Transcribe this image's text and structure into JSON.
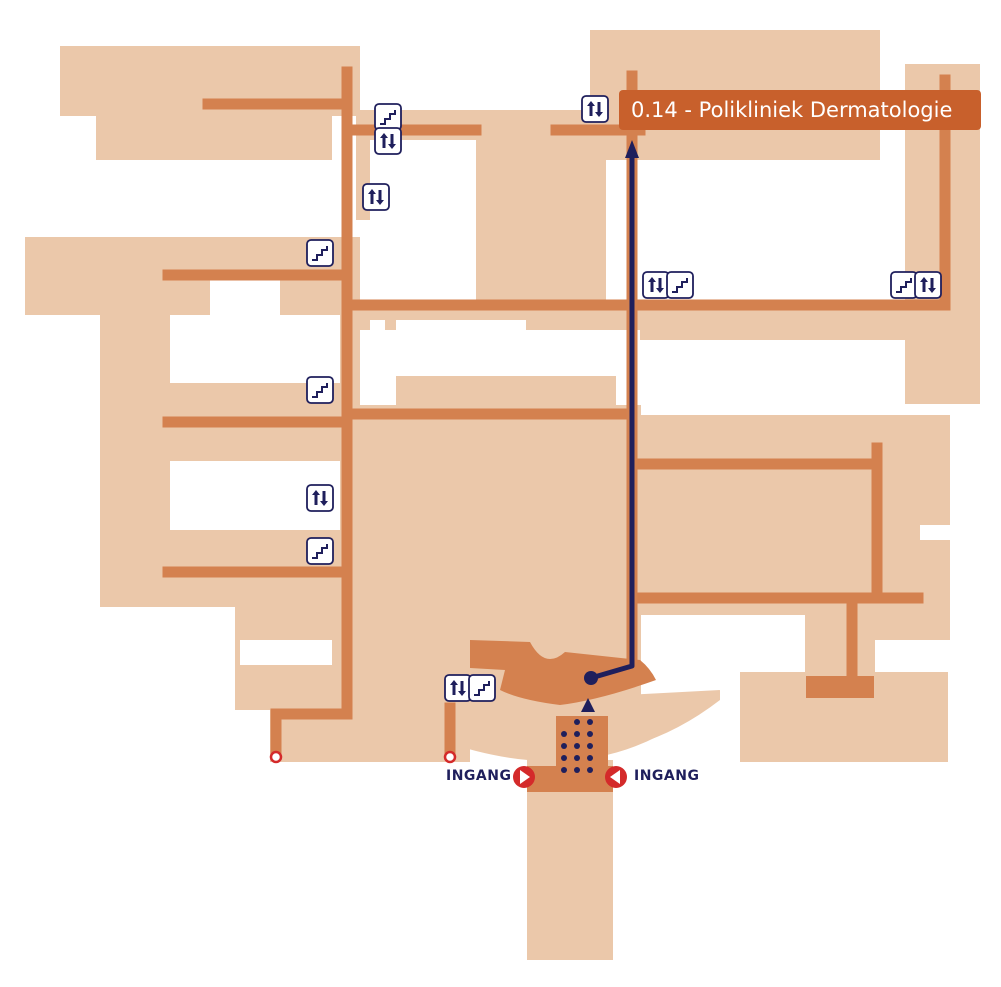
{
  "destination": {
    "label": "0.14 - Polikliniek Dermatologie"
  },
  "entrances": {
    "left_label": "INGANG",
    "right_label": "INGANG"
  },
  "colors": {
    "building": "#ebc8aa",
    "corridor": "#d4814f",
    "route": "#1f1f5c",
    "destination_bg": "#c8602c",
    "entrance_marker": "#d42a2a"
  },
  "icons": [
    "stairs-icon",
    "elevator-icon"
  ]
}
